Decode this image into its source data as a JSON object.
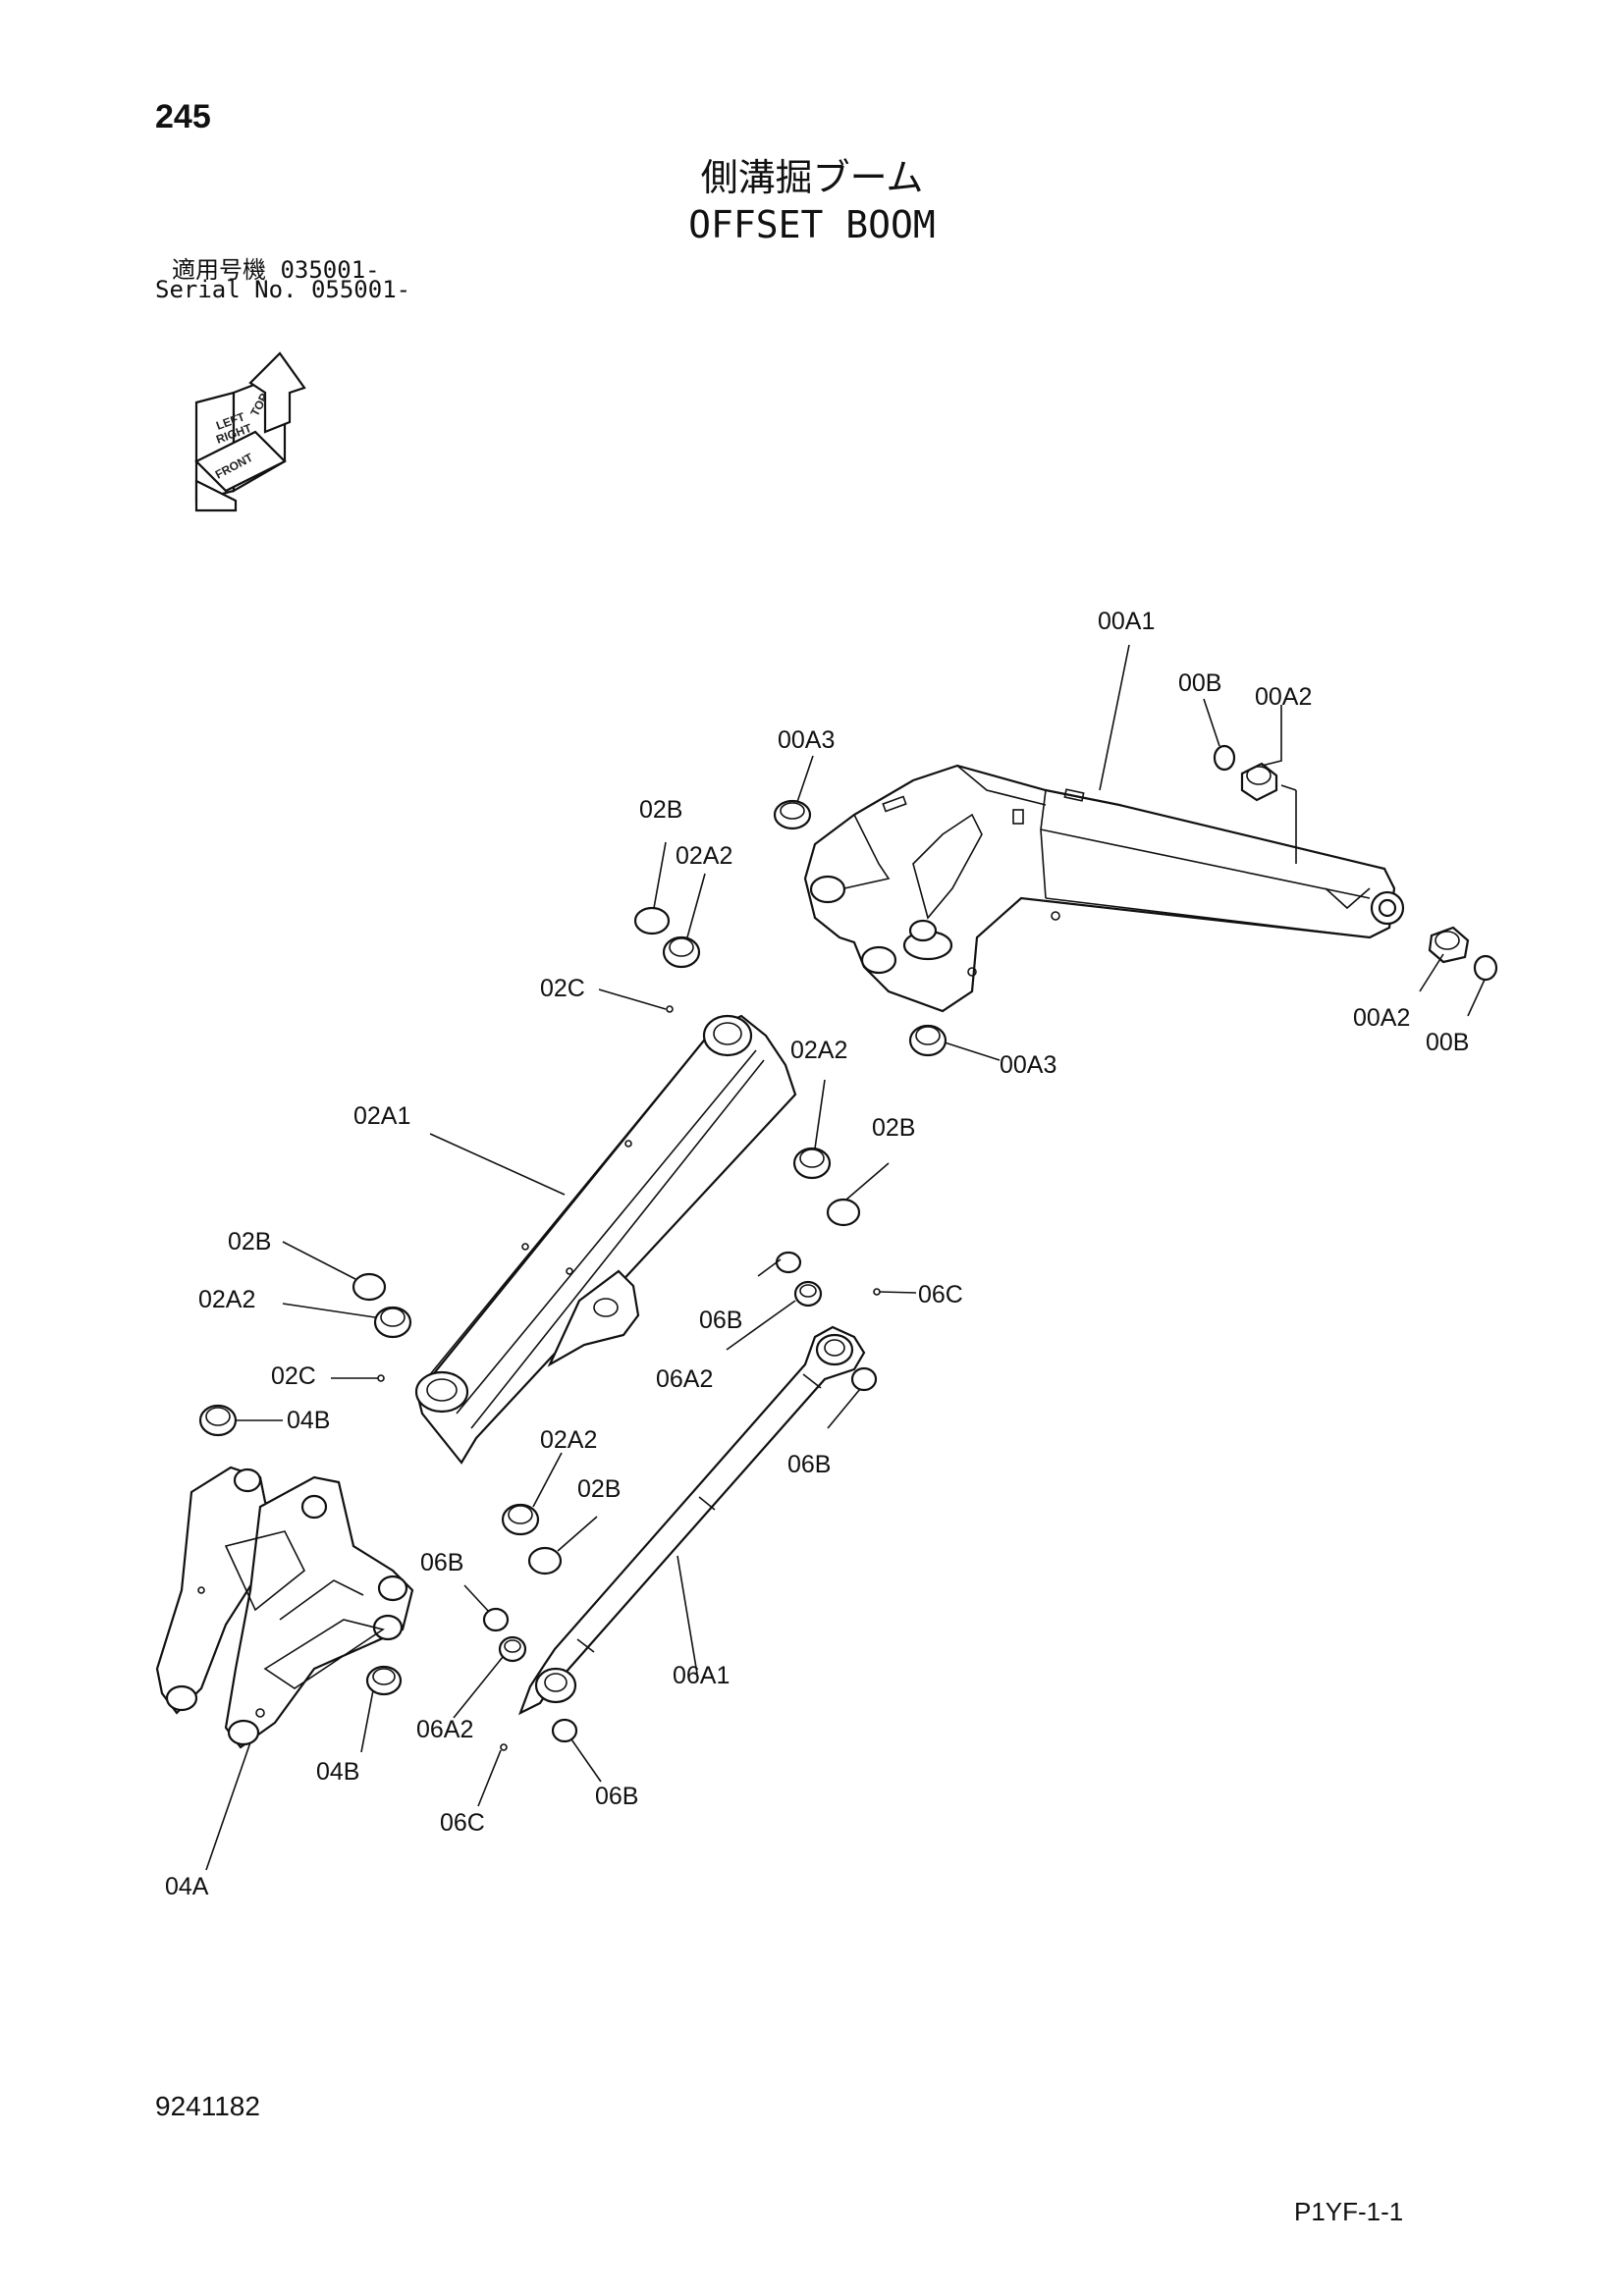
{
  "header": {
    "page_number": "245",
    "title_jp": "側溝掘ブーム",
    "title_en": "OFFSET BOOM",
    "serial_jp": "適用号機  035001-",
    "serial_en": "Serial No. 055001-"
  },
  "compass": {
    "labels": [
      "TOP",
      "LEFT",
      "RIGHT",
      "FRONT"
    ]
  },
  "callouts": {
    "c00A1": "00A1",
    "c00B_top": "00B",
    "c00A2_top": "00A2",
    "c00A3_top": "00A3",
    "c00A2_right": "00A2",
    "c00B_right": "00B",
    "c00A3_bottom": "00A3",
    "c02B_1": "02B",
    "c02A2_1": "02A2",
    "c02C_1": "02C",
    "c02A2_2": "02A2",
    "c02B_2": "02B",
    "c02A1": "02A1",
    "c02B_3": "02B",
    "c02A2_3": "02A2",
    "c02C_2": "02C",
    "c04B_1": "04B",
    "c02A2_4": "02A2",
    "c02B_4": "02B",
    "c06B_1": "06B",
    "c06C_1": "06C",
    "c06A2_1": "06A2",
    "c06B_2": "06B",
    "c06B_3": "06B",
    "c06A1": "06A1",
    "c06A2_2": "06A2",
    "c04B_2": "04B",
    "c06B_4": "06B",
    "c06C_2": "06C",
    "c04A": "04A"
  },
  "footer": {
    "drawing_number": "9241182",
    "sheet_code": "P1YF-1-1"
  }
}
